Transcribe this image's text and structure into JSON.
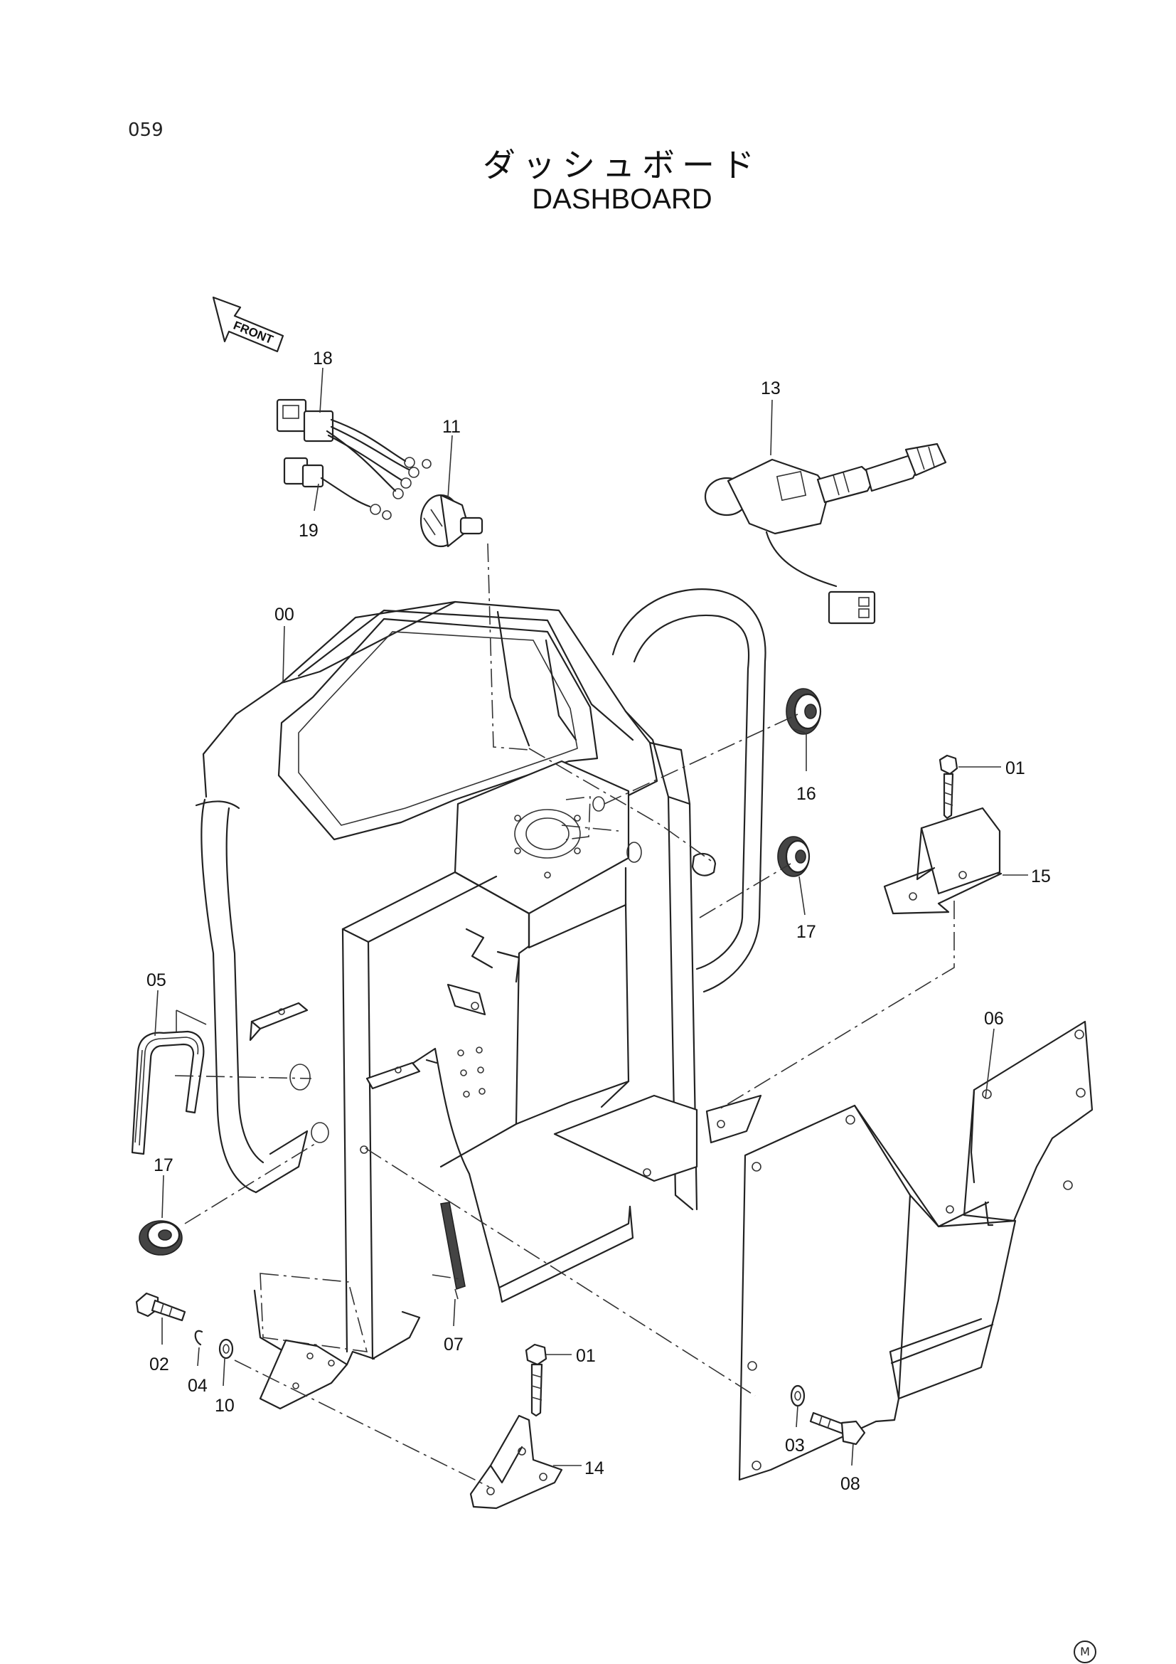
{
  "page_number": "059",
  "title_jp": "ダッシュボード",
  "title_en": "DASHBOARD",
  "front_arrow_label": "FRONT",
  "manufacturer_mark": "M",
  "callouts": {
    "p00": "00",
    "p01a": "01",
    "p01b": "01",
    "p02": "02",
    "p03": "03",
    "p04": "04",
    "p05": "05",
    "p06": "06",
    "p07": "07",
    "p08": "08",
    "p10": "10",
    "p11": "11",
    "p13": "13",
    "p14": "14",
    "p15": "15",
    "p16": "16",
    "p17a": "17",
    "p17b": "17",
    "p18": "18",
    "p19": "19"
  }
}
